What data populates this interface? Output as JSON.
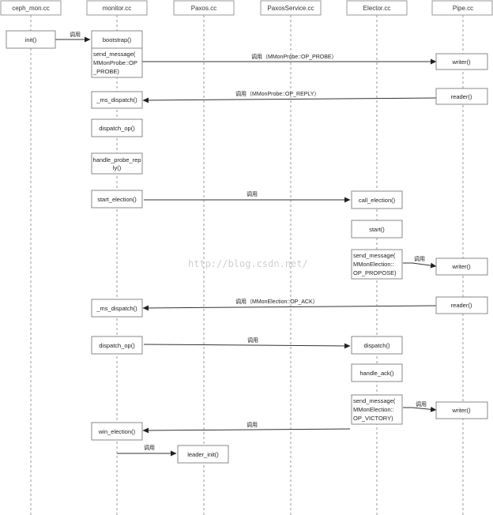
{
  "participants": [
    {
      "id": "ceph_mon",
      "label": "ceph_mon.cc"
    },
    {
      "id": "monitor",
      "label": "monitor.cc"
    },
    {
      "id": "paxos",
      "label": "Paxos.cc"
    },
    {
      "id": "paxos_service",
      "label": "PaxosService.cc"
    },
    {
      "id": "elector",
      "label": "Elector.cc"
    },
    {
      "id": "pipe",
      "label": "Pipe.cc"
    }
  ],
  "activations": [
    {
      "id": "init",
      "lines": [
        "init()"
      ]
    },
    {
      "id": "bootstrap",
      "lines": [
        "bootstrap()"
      ]
    },
    {
      "id": "send_probe",
      "lines": [
        "send_message(",
        "MMonProbe::OP",
        "_PROBE)"
      ]
    },
    {
      "id": "pipe_writer_1",
      "lines": [
        "writer()"
      ]
    },
    {
      "id": "pipe_reader_1",
      "lines": [
        "reader()"
      ]
    },
    {
      "id": "ms_dispatch_1",
      "lines": [
        "_ms_dispatch()"
      ]
    },
    {
      "id": "dispatch_op_1",
      "lines": [
        "dispatch_op()"
      ]
    },
    {
      "id": "handle_probe_reply",
      "lines": [
        "handle_probe_rep",
        "ly()"
      ]
    },
    {
      "id": "start_election",
      "lines": [
        "start_election()"
      ]
    },
    {
      "id": "call_election",
      "lines": [
        "call_election()"
      ]
    },
    {
      "id": "elector_start",
      "lines": [
        "start()"
      ]
    },
    {
      "id": "send_propose",
      "lines": [
        "send_message(",
        "MMonElection::",
        "OP_PROPOSE)"
      ]
    },
    {
      "id": "pipe_writer_2",
      "lines": [
        "writer()"
      ]
    },
    {
      "id": "pipe_reader_2",
      "lines": [
        "reader()"
      ]
    },
    {
      "id": "ms_dispatch_2",
      "lines": [
        "_ms_dispatch()"
      ]
    },
    {
      "id": "dispatch_op_2",
      "lines": [
        "dispatch_op()"
      ]
    },
    {
      "id": "elector_dispatch",
      "lines": [
        "dispatch()"
      ]
    },
    {
      "id": "handle_ack",
      "lines": [
        "handle_ack()"
      ]
    },
    {
      "id": "send_victory",
      "lines": [
        "send_message(",
        "MMonElection::",
        "OP_VICTORY)"
      ]
    },
    {
      "id": "pipe_writer_3",
      "lines": [
        "writer()"
      ]
    },
    {
      "id": "win_election",
      "lines": [
        "win_election()"
      ]
    },
    {
      "id": "leader_init",
      "lines": [
        "leader_init()"
      ]
    }
  ],
  "messages": [
    {
      "id": "init_to_bootstrap",
      "label": "调用"
    },
    {
      "id": "probe_to_writer",
      "label": "调用（MMonProbe::OP_PROBE）"
    },
    {
      "id": "reader_to_dispatch",
      "label": "调用（MMonProbe::OP_REPLY）"
    },
    {
      "id": "start_to_call",
      "label": "调用"
    },
    {
      "id": "propose_to_writer",
      "label": "调用"
    },
    {
      "id": "reader_to_dispatch_2",
      "label": "调用（MMonElection::OP_ACK）"
    },
    {
      "id": "dispatch_op_to_dispatch",
      "label": "调用"
    },
    {
      "id": "victory_to_writer",
      "label": "调用"
    },
    {
      "id": "victory_to_win",
      "label": "调用"
    },
    {
      "id": "win_to_leader_init",
      "label": "调用"
    }
  ],
  "watermark": "http://blog.csdn.net/"
}
